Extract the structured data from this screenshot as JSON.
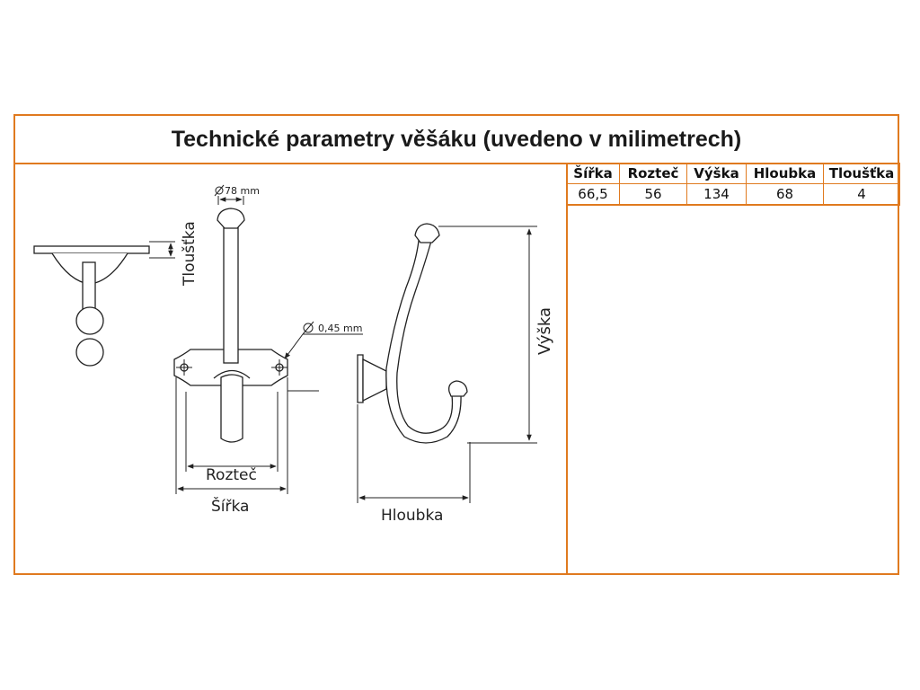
{
  "title": "Technické parametry věšáku (uvedeno v milimetrech)",
  "table": {
    "headers": [
      "Šířka",
      "Rozteč",
      "Výška",
      "Hloubka",
      "Tloušťka"
    ],
    "values": [
      "66,5",
      "56",
      "134",
      "68",
      "4"
    ]
  },
  "drawing_labels": {
    "diameter_top": "78 mm",
    "diameter_hole": "0,45 mm",
    "roztec": "Rozteč",
    "sirka": "Šířka",
    "vyska": "Výška",
    "hloubka": "Hloubka",
    "tloustka": "Tloušťka"
  },
  "colors": {
    "accent": "#e07a1f",
    "line": "#222222"
  }
}
